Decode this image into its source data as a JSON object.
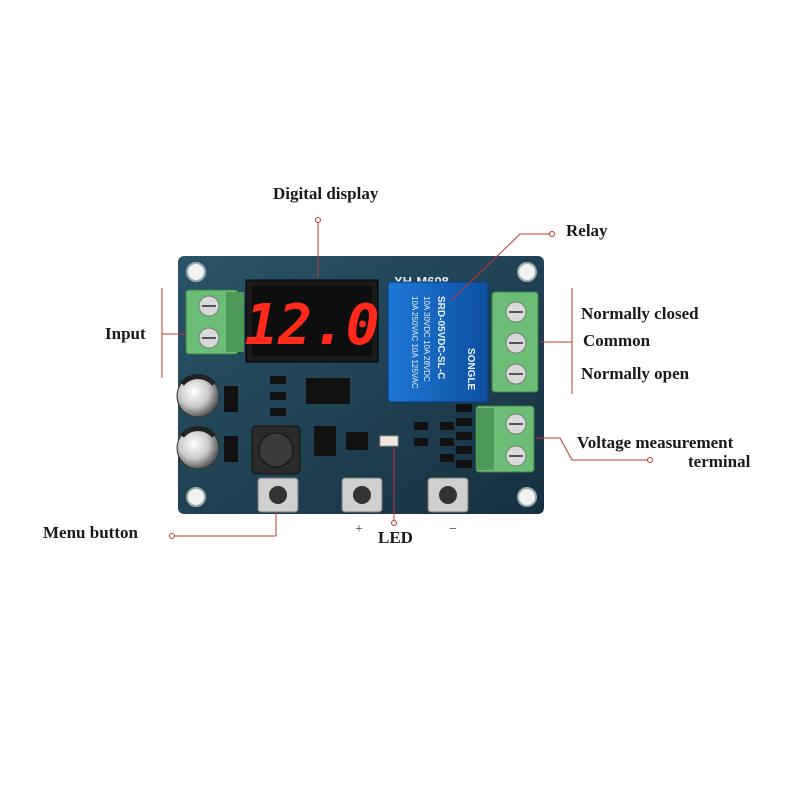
{
  "labels": {
    "digital_display": "Digital display",
    "relay": "Relay",
    "input": "Input",
    "normally_closed": "Normally closed",
    "common": "Common",
    "normally_open": "Normally open",
    "voltage_measurement_line1": "Voltage measurement",
    "voltage_measurement_line2": "terminal",
    "menu_button": "Menu button",
    "led": "LED",
    "plus": "+",
    "minus": "−"
  },
  "board": {
    "model": "XH-M608",
    "display_value": "12.0",
    "relay_brand": "SONGLE",
    "relay_spec": [
      "10A 250VAC 10A 125VAC",
      "10A 30VDC 10A 28VDC",
      "SRD-05VDC-SL-C"
    ]
  },
  "colors": {
    "pcb": "#1f3f52",
    "terminal_green": "#5fae6a",
    "relay_blue": "#1565c0",
    "segment_red": "#ff2a1a",
    "leader_line": "#c0392b"
  }
}
